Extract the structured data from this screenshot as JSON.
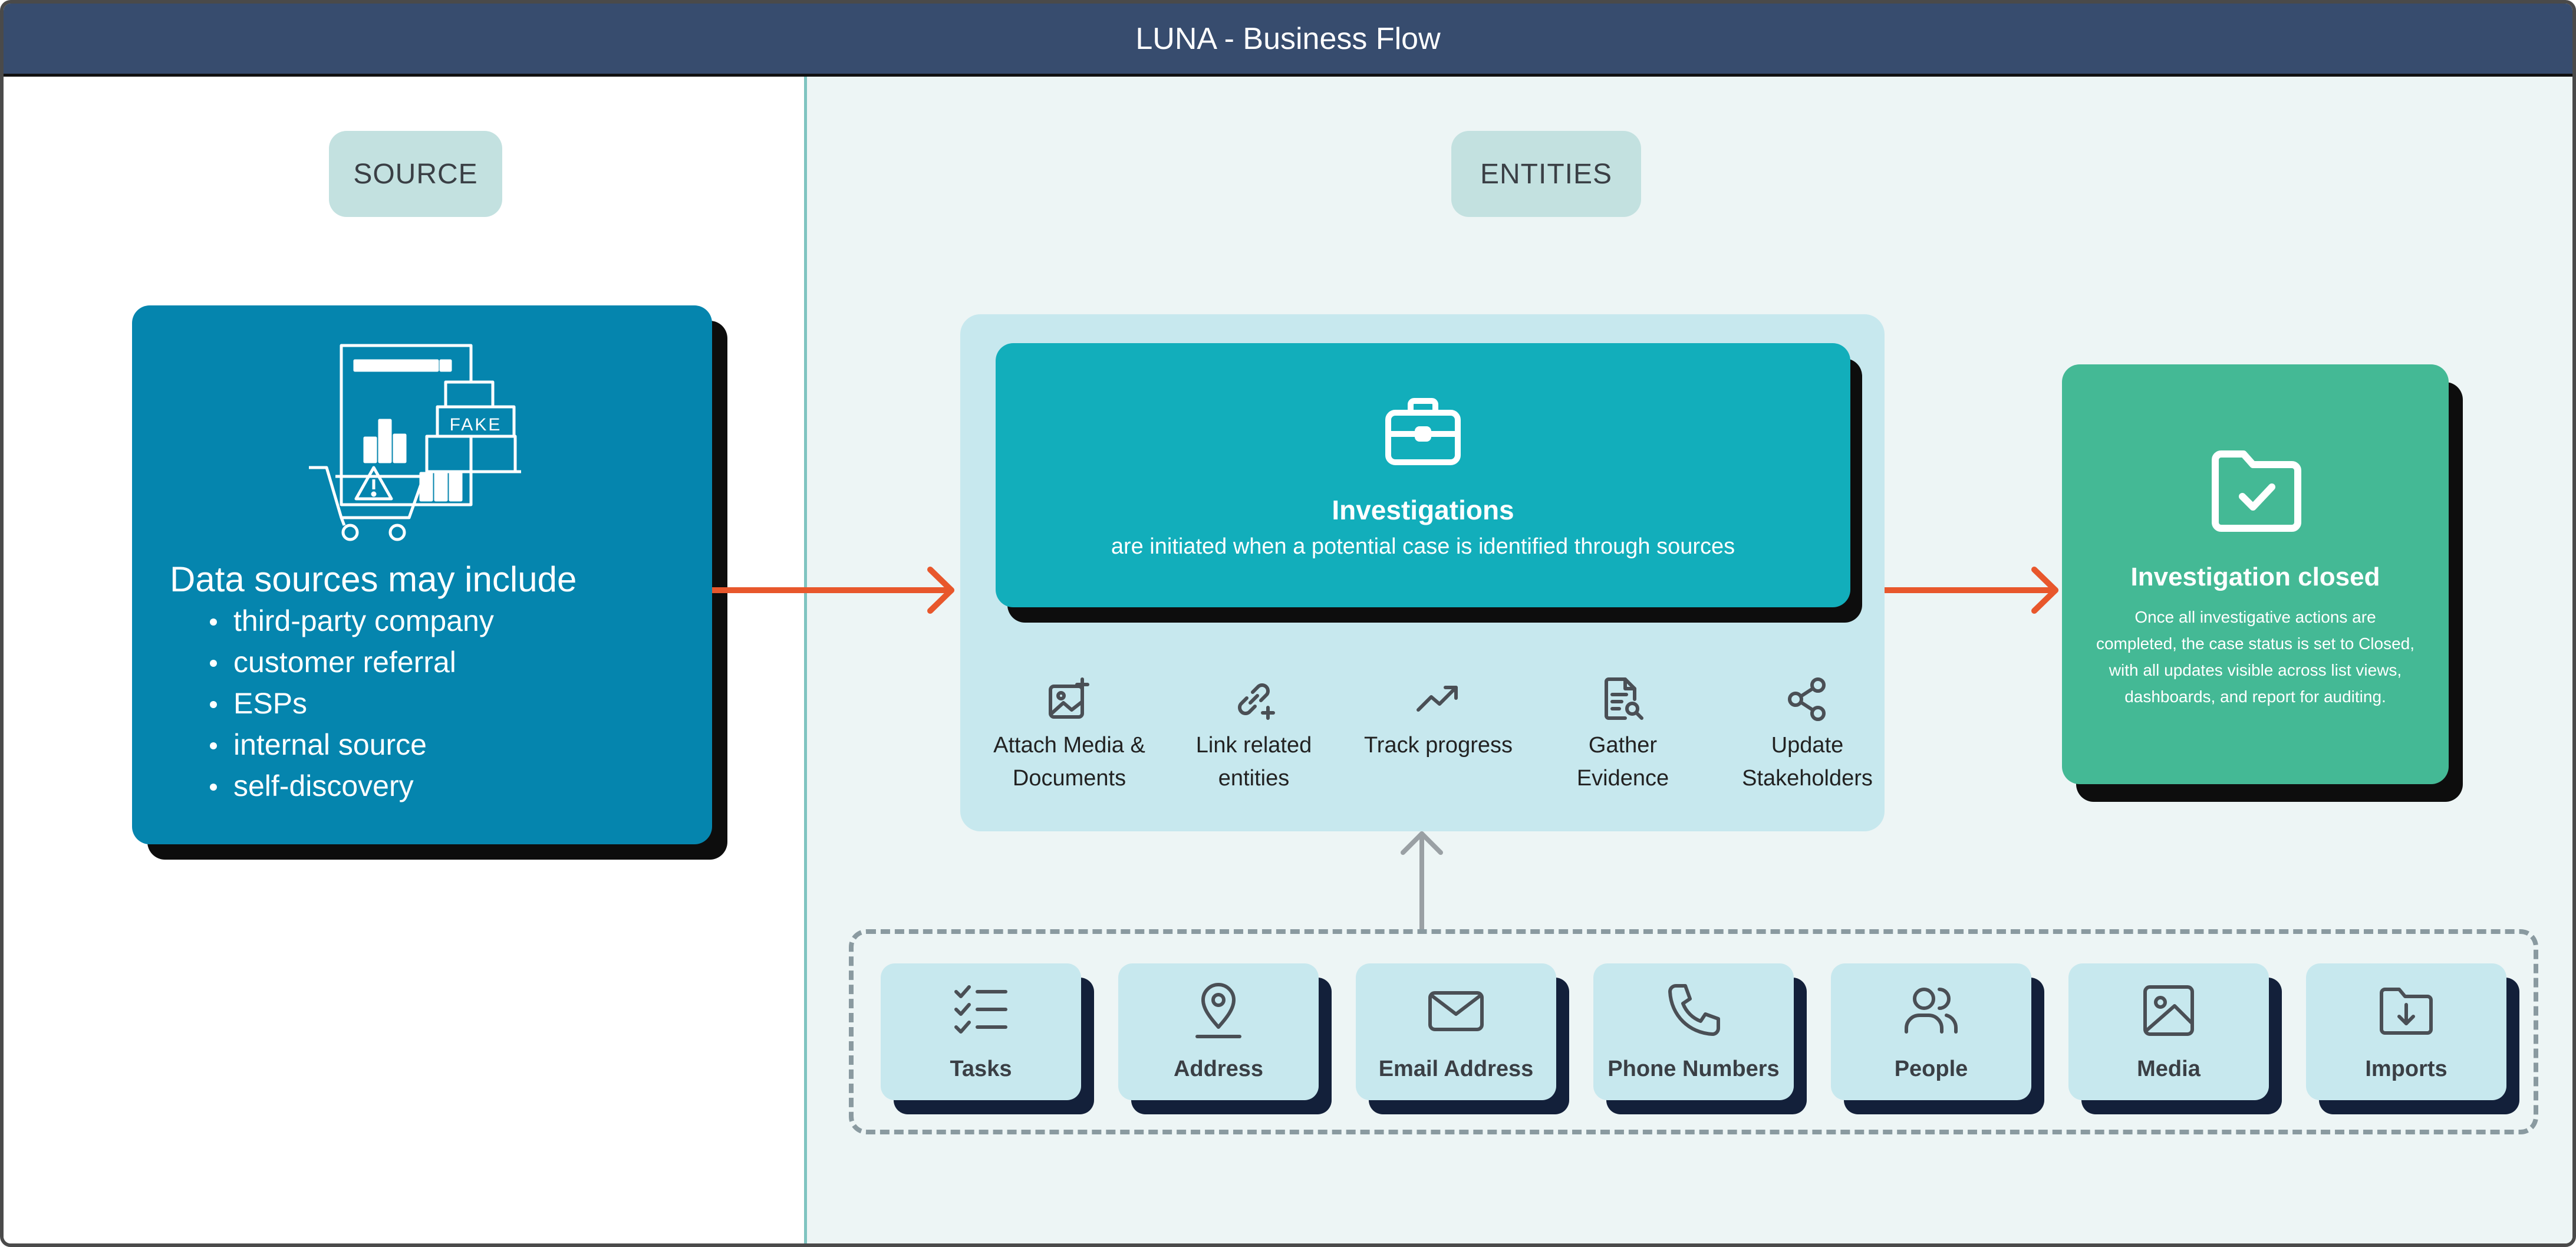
{
  "window": {
    "title": "LUNA - Business Flow"
  },
  "sections": {
    "source_label": "SOURCE",
    "entities_label": "ENTITIES"
  },
  "source_card": {
    "heading": "Data sources may include",
    "items": [
      "third-party company",
      "customer referral",
      "ESPs",
      "internal source",
      "self-discovery"
    ],
    "illustration_text": "FAKE",
    "color": "#0585ae"
  },
  "investigations": {
    "title": "Investigations",
    "subtitle": "are initiated when a potential case is identified through sources",
    "color": "#12aebb",
    "actions": [
      {
        "icon": "image-plus-icon",
        "label_line1": "Attach Media &",
        "label_line2": "Documents"
      },
      {
        "icon": "link-plus-icon",
        "label_line1": "Link related",
        "label_line2": "entities"
      },
      {
        "icon": "trend-up-icon",
        "label_line1": "Track progress",
        "label_line2": ""
      },
      {
        "icon": "document-search-icon",
        "label_line1": "Gather",
        "label_line2": "Evidence"
      },
      {
        "icon": "share-icon",
        "label_line1": "Update",
        "label_line2": "Stakeholders"
      }
    ]
  },
  "closed_card": {
    "title": "Investigation closed",
    "description_lines": [
      "Once all investigative actions are",
      "completed, the case status is set to Closed,",
      "with all updates visible across list views,",
      "dashboards, and report for auditing."
    ],
    "color": "#44b995"
  },
  "entities": [
    {
      "icon": "checklist-icon",
      "label": "Tasks"
    },
    {
      "icon": "map-pin-icon",
      "label": "Address"
    },
    {
      "icon": "envelope-icon",
      "label": "Email Address"
    },
    {
      "icon": "phone-icon",
      "label": "Phone Numbers"
    },
    {
      "icon": "people-icon",
      "label": "People"
    },
    {
      "icon": "image-icon",
      "label": "Media"
    },
    {
      "icon": "folder-download-icon",
      "label": "Imports"
    }
  ],
  "colors": {
    "arrow": "#e8572c",
    "up_arrow": "#9aa0a4",
    "header": "#374c6e"
  }
}
